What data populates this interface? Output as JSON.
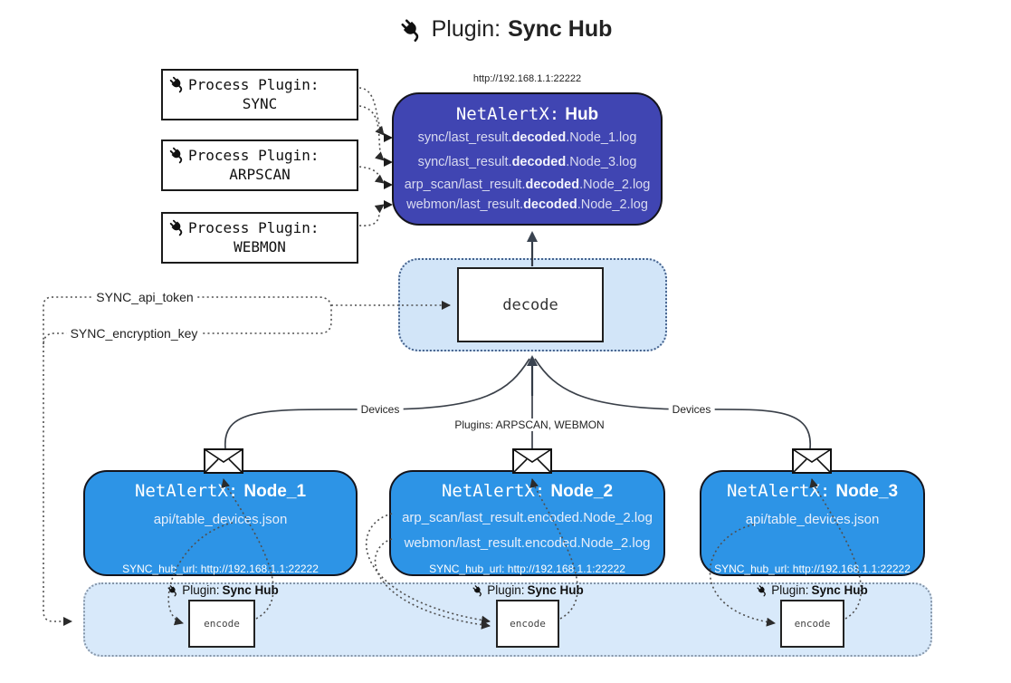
{
  "title": {
    "prefix": "Plugin:",
    "name": "Sync Hub"
  },
  "process_plugins": {
    "label": "Process Plugin:",
    "items": [
      {
        "name": "SYNC"
      },
      {
        "name": "ARPSCAN"
      },
      {
        "name": "WEBMON"
      }
    ]
  },
  "hub": {
    "url": "http://192.168.1.1:22222",
    "title_prefix": "NetAlertX:",
    "title_name": "Hub",
    "logs": [
      {
        "pre": "sync/last_result.",
        "bold": "decoded",
        "post": ".Node_1.log"
      },
      {
        "pre": "sync/last_result.",
        "bold": "decoded",
        "post": ".Node_3.log"
      },
      {
        "pre": "arp_scan/last_result.",
        "bold": "decoded",
        "post": ".Node_2.log"
      },
      {
        "pre": "webmon/last_result.",
        "bold": "decoded",
        "post": ".Node_2.log"
      }
    ]
  },
  "decode_box": {
    "label": "decode"
  },
  "config": {
    "api_token": "SYNC_api_token",
    "encryption_key": "SYNC_encryption_key"
  },
  "edge_labels": {
    "devices_left": "Devices",
    "devices_right": "Devices",
    "plugins": "Plugins: ARPSCAN, WEBMON"
  },
  "nodes": [
    {
      "title_prefix": "NetAlertX:",
      "title_name": "Node_1",
      "line1": "api/table_devices.json",
      "hub_url": "SYNC_hub_url: http://192.168.1.1:22222"
    },
    {
      "title_prefix": "NetAlertX:",
      "title_name": "Node_2",
      "line1": "arp_scan/last_result.encoded.Node_2.log",
      "line2": "webmon/last_result.encoded.Node_2.log",
      "hub_url": "SYNC_hub_url: http://192.168.1.1:22222"
    },
    {
      "title_prefix": "NetAlertX:",
      "title_name": "Node_3",
      "line1": "api/table_devices.json",
      "hub_url": "SYNC_hub_url: http://192.168.1.1:22222"
    }
  ],
  "encoders": [
    {
      "plugin_prefix": "Plugin:",
      "plugin_name": "Sync Hub",
      "label": "encode"
    },
    {
      "plugin_prefix": "Plugin:",
      "plugin_name": "Sync Hub",
      "label": "encode"
    },
    {
      "plugin_prefix": "Plugin:",
      "plugin_name": "Sync Hub",
      "label": "encode"
    }
  ],
  "colors": {
    "hub_fill": "#4045B2",
    "node_fill": "#2D94E6",
    "panel_fill": "#D8E9FA",
    "decode_panel_fill": "#D2E5F8",
    "line_dark": "#3A4049",
    "border_dark": "#1A1A1A"
  }
}
